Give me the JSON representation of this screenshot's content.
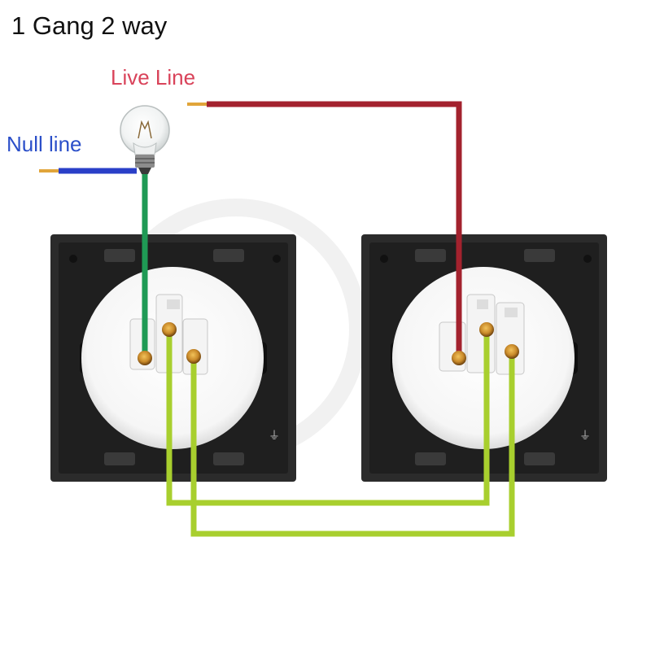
{
  "title": "1 Gang 2 way",
  "labels": {
    "live_line": "Live Line",
    "null_line": "Null line"
  },
  "colors": {
    "live_label": "#d9435a",
    "null_label": "#2b4fc9",
    "live_wire": "#a3222e",
    "null_wire": "#2a3fc8",
    "bulb_wire": "#1f9a55",
    "traveler_wire": "#a8cf2e",
    "panel": "#2b2b2b",
    "terminal": "#c98a2a"
  },
  "icons": [
    "light-bulb-icon",
    "switch-back-panel-icon",
    "switch-terminal-icon",
    "ground-symbol-icon"
  ]
}
